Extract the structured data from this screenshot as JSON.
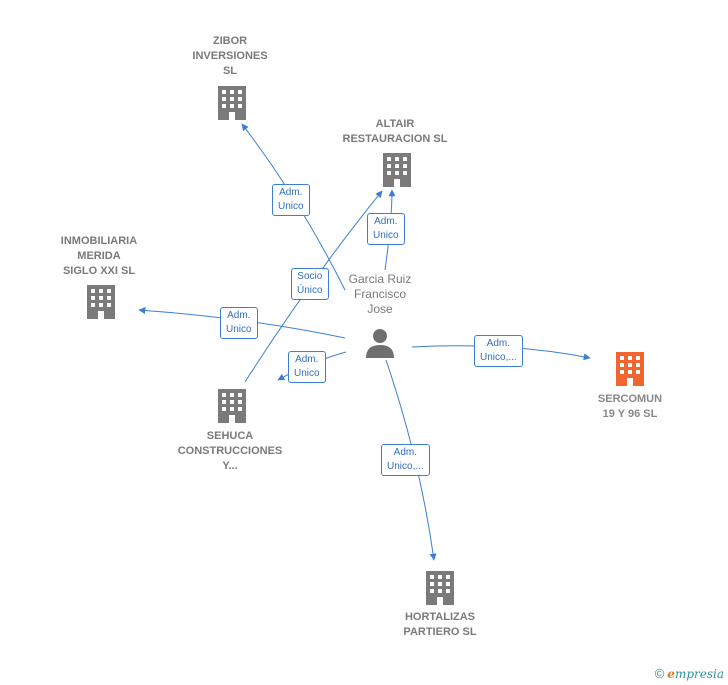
{
  "colors": {
    "edge": "#3a7fd5",
    "company_icon": "#7a7a7a",
    "focus_icon": "#f0662e",
    "person_icon": "#6f6f6f"
  },
  "person": {
    "label": "Garcia Ruiz\nFrancisco\nJose",
    "icon": "person-icon"
  },
  "companies": {
    "zibor": {
      "label": "ZIBOR\nINVERSIONES\nSL",
      "icon": "building-icon"
    },
    "altair": {
      "label": "ALTAIR\nRESTAURACION SL",
      "icon": "building-icon"
    },
    "inmobiliaria": {
      "label": "INMOBILIARIA\nMERIDA\nSIGLO XXI  SL",
      "icon": "building-icon"
    },
    "sercomun": {
      "label": "SERCOMUN\n19 Y 96  SL",
      "icon": "building-icon"
    },
    "sehuca": {
      "label": "SEHUCA\nCONSTRUCCIONES\nY...",
      "icon": "building-icon"
    },
    "hortalizas": {
      "label": "HORTALIZAS\nPARTIERO  SL",
      "icon": "building-icon"
    }
  },
  "edges": {
    "zibor": "Adm.\nUnico",
    "altair": "Adm.\nUnico",
    "sehuca_socio": "Socio\nÚnico",
    "inmobiliaria": "Adm.\nUnico",
    "sercomun": "Adm.\nUnico,...",
    "sehuca": "Adm.\nUnico",
    "hortalizas": "Adm.\nUnico,..."
  },
  "footer": {
    "copyright": "©",
    "brand_initial": "e",
    "brand_rest": "mpresia"
  }
}
